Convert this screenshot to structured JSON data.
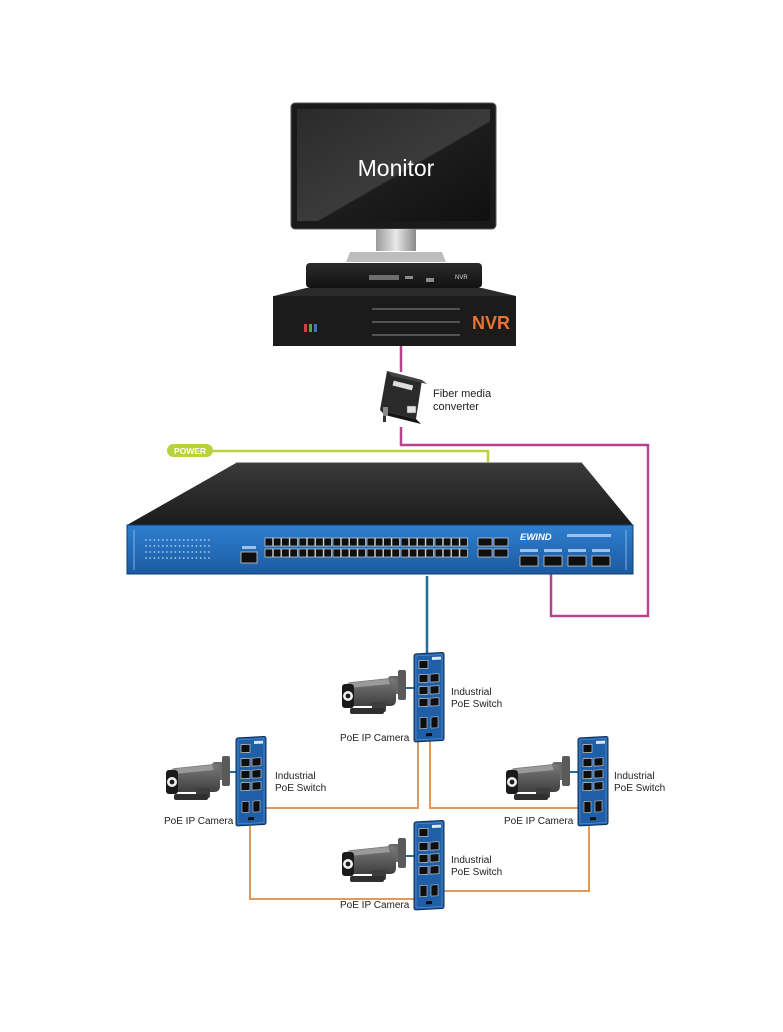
{
  "monitor": {
    "label": "Monitor"
  },
  "nvr": {
    "label": "NVR",
    "front_label": "NVR"
  },
  "fiber_converter": {
    "line1": "Fiber media",
    "line2": "converter"
  },
  "power": {
    "label": "POWER"
  },
  "main_switch": {
    "brand": "EWIND"
  },
  "pairs": [
    {
      "switch_line1": "Industrial",
      "switch_line2": "PoE Switch",
      "camera_label": "PoE IP Camera"
    },
    {
      "switch_line1": "Industrial",
      "switch_line2": "PoE Switch",
      "camera_label": "PoE IP Camera"
    },
    {
      "switch_line1": "Industrial",
      "switch_line2": "PoE Switch",
      "camera_label": "PoE IP Camera"
    },
    {
      "switch_line1": "Industrial",
      "switch_line2": "PoE Switch",
      "camera_label": "PoE IP Camera"
    }
  ],
  "colors": {
    "fiber_link": "#b5448f",
    "uplink": "#1f6f96",
    "ring_link": "#e0995a",
    "power_line": "#b7d23a",
    "switch_blue": "#1f5fa8"
  }
}
